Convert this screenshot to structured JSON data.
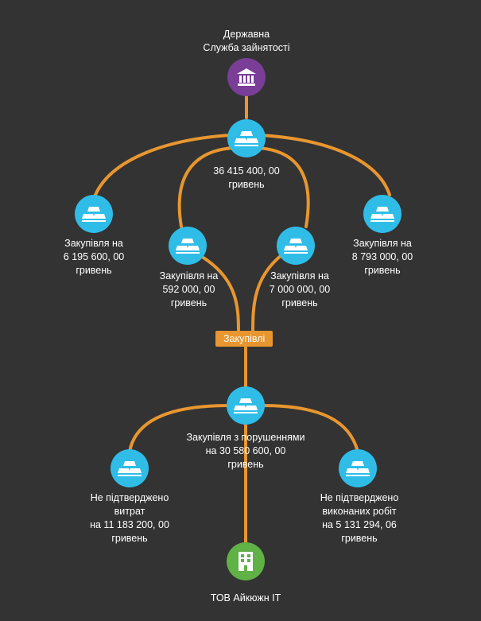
{
  "colors": {
    "background": "#333333",
    "connector": "#e8962f",
    "bars_node": "#2fbde7",
    "institution_node": "#7a3e98",
    "company_node": "#60b146",
    "text": "#ffffff"
  },
  "nodes": {
    "top": {
      "label": "Державна\nСлужба зайнятості",
      "icon": "bank-icon"
    },
    "total": {
      "label": "36 415 400, 00\nгривень",
      "icon": "gold-bars-icon"
    },
    "p1": {
      "label": "Закупівля на\n6 195 600, 00\nгривень",
      "icon": "gold-bars-icon"
    },
    "p2": {
      "label": "Закупівля на\n592 000, 00\nгривень",
      "icon": "gold-bars-icon"
    },
    "p3": {
      "label": "Закупівля на\n7 000 000, 00\nгривень",
      "icon": "gold-bars-icon"
    },
    "p4": {
      "label": "Закупівля на\n8 793 000, 00\nгривень",
      "icon": "gold-bars-icon"
    },
    "violations": {
      "label": "Закупівля з порушеннями\nна 30 580 600, 00\nгривень",
      "icon": "gold-bars-icon"
    },
    "left": {
      "label": "Не підтверджено\nвитрат\nна 11 183 200, 00\nгривень",
      "icon": "gold-bars-icon"
    },
    "right": {
      "label": "Не підтверджено\nвиконаних робіт\nна 5 131 294, 06\nгривень",
      "icon": "gold-bars-icon"
    },
    "company": {
      "label": "ТОВ Айкюжн ІТ",
      "icon": "building-icon"
    }
  },
  "tag": {
    "label": "Закупівлі"
  }
}
